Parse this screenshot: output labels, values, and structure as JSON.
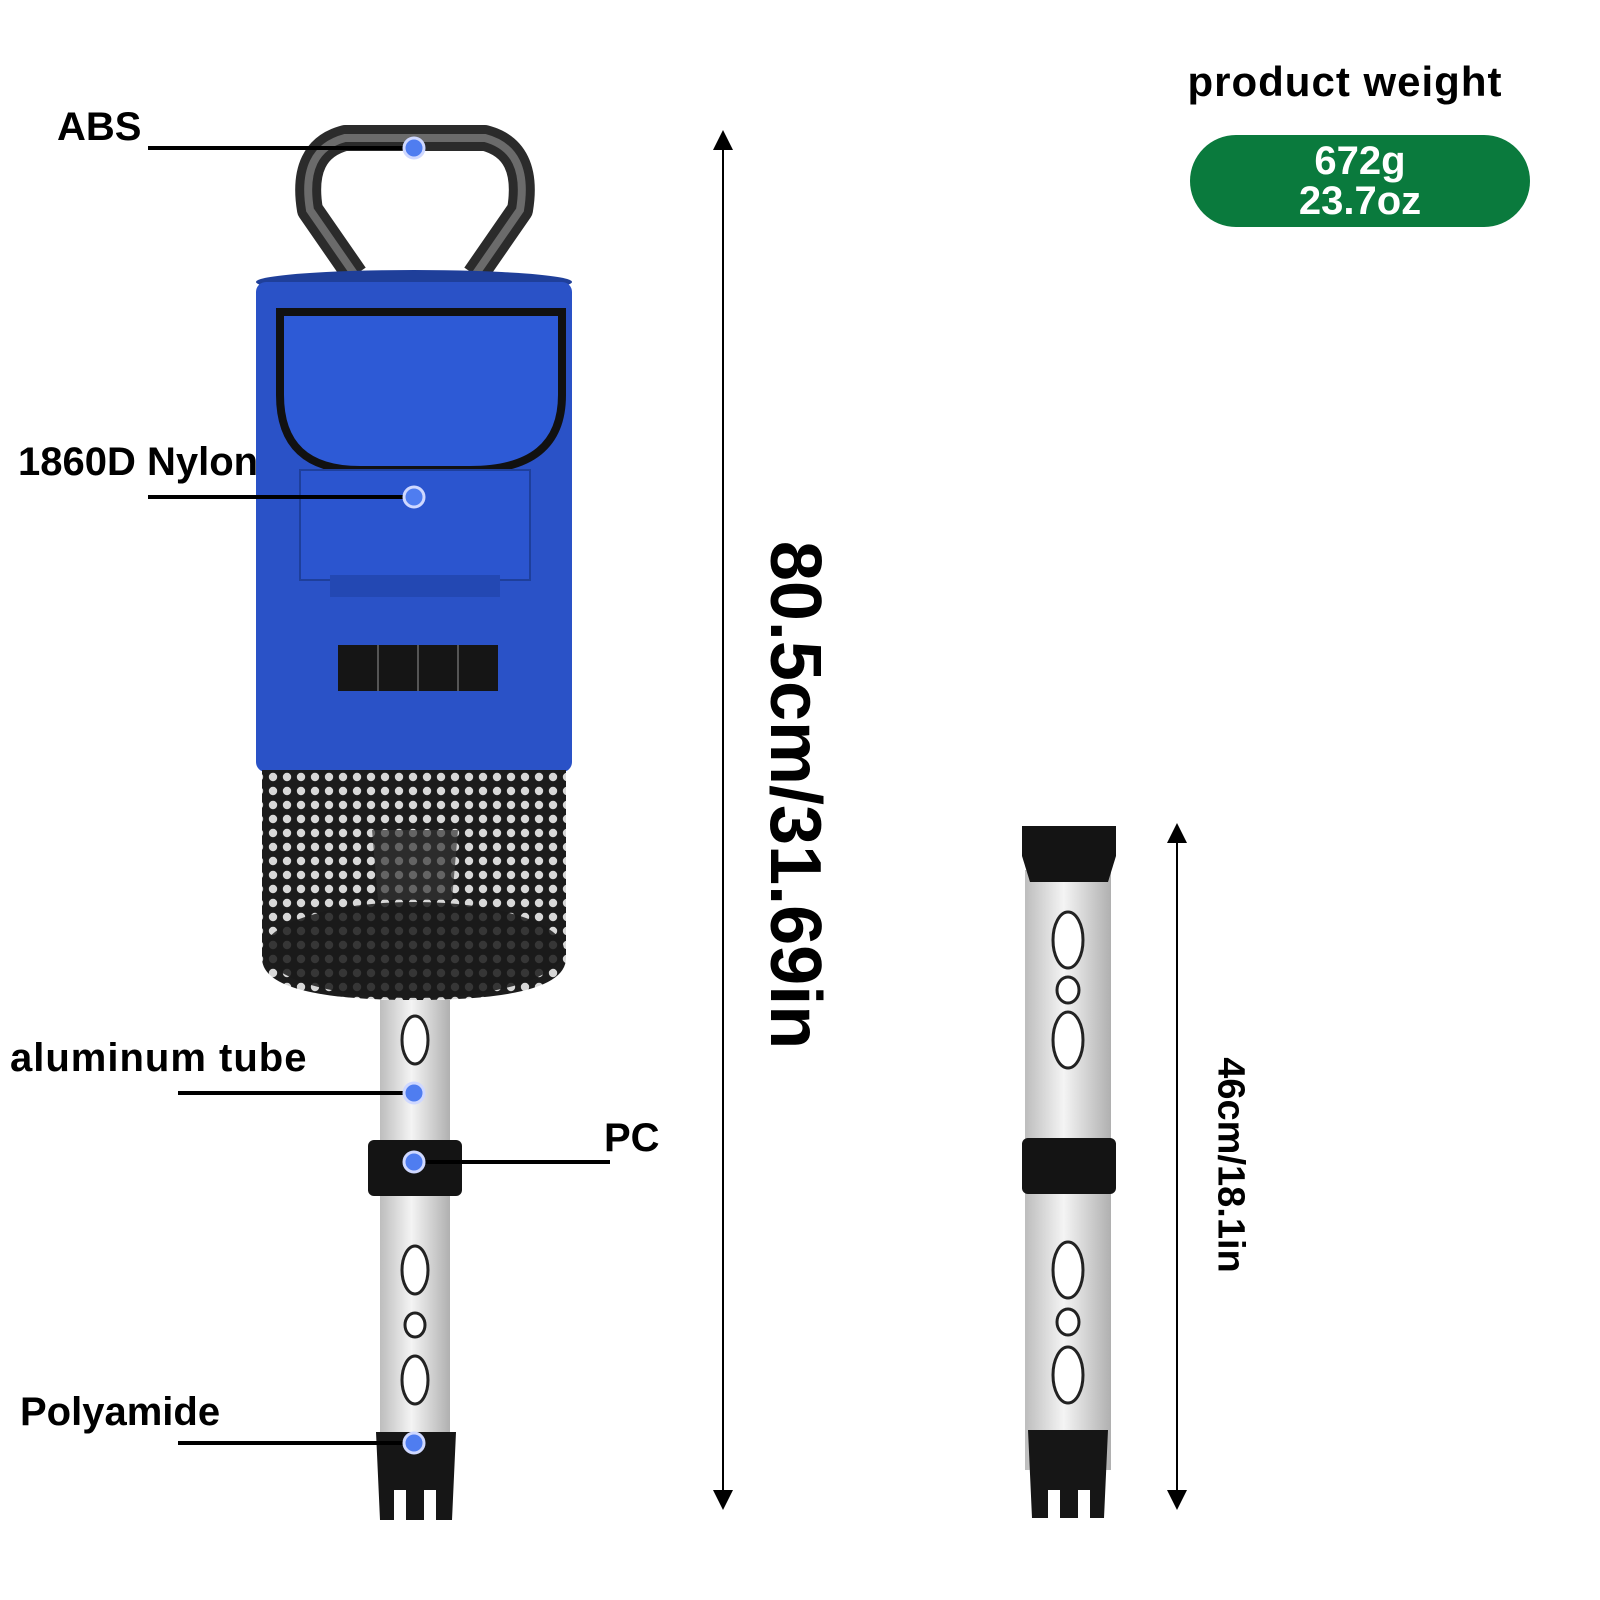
{
  "labels": {
    "abs": "ABS",
    "nylon": "1860D Nylon",
    "aluminum": "aluminum tube",
    "pc": "PC",
    "polyamide": "Polyamide"
  },
  "weight": {
    "title": "product weight",
    "grams": "672g",
    "ounces": "23.7oz"
  },
  "dimensions": {
    "full_length": "80.5cm/31.69in",
    "tube_length": "46cm/18.1in"
  },
  "colors": {
    "bag_blue": "#2a52c7",
    "pill_green": "#0a7a3d",
    "marker_blue": "#4f7df0"
  },
  "icons": [
    "handle-icon",
    "bag-icon",
    "mesh-basket-icon",
    "tube-icon",
    "dimension-arrow-icon"
  ]
}
